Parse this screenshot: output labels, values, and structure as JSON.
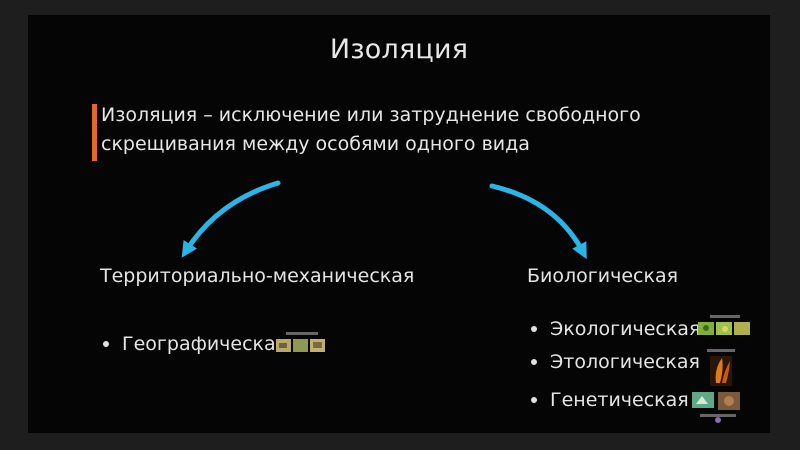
{
  "slide": {
    "title": "Изоляция",
    "definition_line1": "Изоляция – исключение или затруднение свободного",
    "definition_line2": "скрещивания между особями одного вида",
    "accent_color": "#e2682c",
    "arrow_color": "#29b6e6"
  },
  "left_branch": {
    "heading": "Территориально-механическая",
    "items": [
      {
        "label": "Географическая",
        "icon": "geographic-thumbnail-icon"
      }
    ]
  },
  "right_branch": {
    "heading": "Биологическая",
    "items": [
      {
        "label": "Экологическая",
        "icon": "ecological-thumbnail-icon"
      },
      {
        "label": "Этологическая",
        "icon": "ethological-thumbnail-icon"
      },
      {
        "label": "Генетическая",
        "icon": "genetic-thumbnail-icon"
      }
    ]
  }
}
